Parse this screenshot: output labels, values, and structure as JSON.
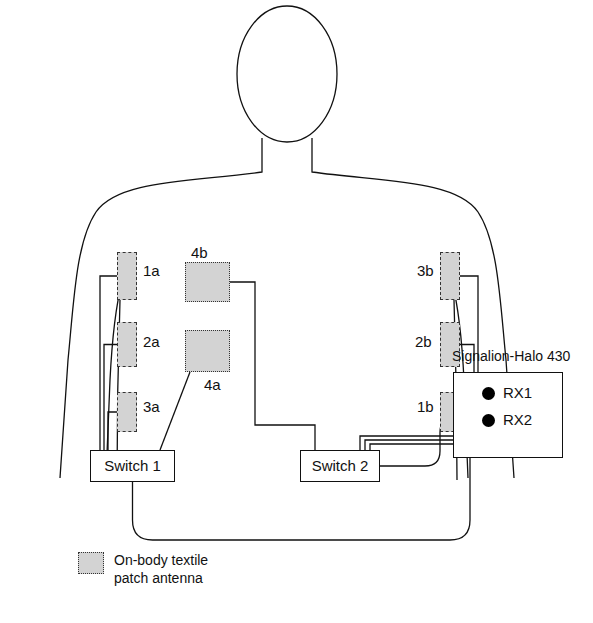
{
  "diagram": {
    "nodes": [
      {
        "text": [
          "1a"
        ]
      },
      {
        "text": [
          "2a"
        ]
      },
      {
        "text": [
          "3a"
        ]
      },
      {
        "text": [
          "4b"
        ]
      },
      {
        "text": [
          "4a"
        ]
      },
      {
        "text": [
          "3b"
        ]
      },
      {
        "text": [
          "2b"
        ]
      },
      {
        "text": [
          "1b"
        ]
      },
      {
        "text": [
          "Switch 1"
        ]
      },
      {
        "text": [
          "Switch 2"
        ]
      },
      {
        "text": [
          "Signalion-Halo 430"
        ]
      },
      {
        "text": [
          "RX1"
        ],
        "in": 10
      },
      {
        "text": [
          "RX2"
        ],
        "in": 10
      }
    ],
    "edges": [
      {
        "from": 0,
        "to": 8,
        "arrow": "none"
      },
      {
        "from": 1,
        "to": 8,
        "arrow": "none"
      },
      {
        "from": 2,
        "to": 8,
        "arrow": "none"
      },
      {
        "from": 4,
        "to": 8,
        "arrow": "none"
      },
      {
        "from": 3,
        "to": 9,
        "arrow": "none"
      },
      {
        "from": 5,
        "to": 9,
        "arrow": "none"
      },
      {
        "from": 6,
        "to": 9,
        "arrow": "none"
      },
      {
        "from": 7,
        "to": 9,
        "arrow": "none"
      },
      {
        "from": 8,
        "to": 11,
        "arrow": "none"
      },
      {
        "from": 9,
        "to": 12,
        "arrow": "none"
      }
    ],
    "legend": [
      {
        "text": "On-body textile patch antenna",
        "color": "#d3d3d3"
      }
    ]
  }
}
